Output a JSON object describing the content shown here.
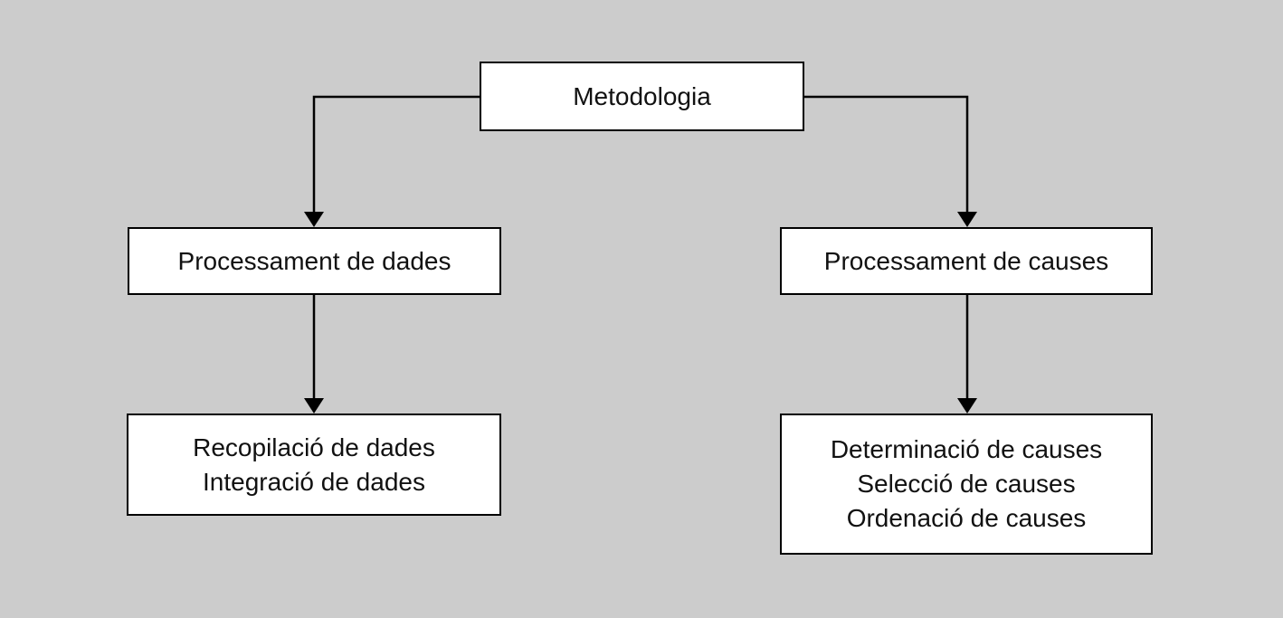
{
  "diagram": {
    "type": "flowchart",
    "colors": {
      "background": "#cccccc",
      "node_fill": "#ffffff",
      "node_border": "#000000",
      "text": "#111111",
      "connector": "#000000"
    },
    "nodes": {
      "root": {
        "label": "Metodologia"
      },
      "left_branch": {
        "label": "Processament de dades"
      },
      "right_branch": {
        "label": "Processament de causes"
      },
      "left_leaf": {
        "lines": [
          "Recopilació de dades",
          "Integració de dades"
        ]
      },
      "right_leaf": {
        "lines": [
          "Determinació de causes",
          "Selecció de causes",
          "Ordenació de causes"
        ]
      }
    },
    "edges": [
      {
        "from": "root",
        "to": "left_branch"
      },
      {
        "from": "root",
        "to": "right_branch"
      },
      {
        "from": "left_branch",
        "to": "left_leaf"
      },
      {
        "from": "right_branch",
        "to": "right_leaf"
      }
    ]
  }
}
